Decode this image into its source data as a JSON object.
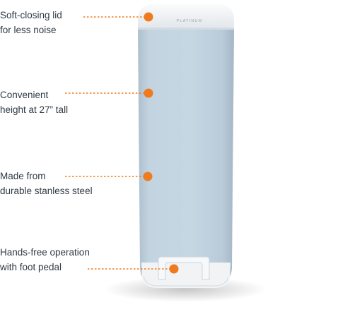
{
  "product": {
    "brand_label": "PLATINUM"
  },
  "colors": {
    "accent": "#f07a1e",
    "bin_body": "#bccfdd",
    "bin_lid": "#f4f5f7",
    "text": "#2f3a44"
  },
  "callouts": [
    {
      "line1": "Soft-closing lid",
      "line2": "for less noise"
    },
    {
      "line1": "Convenient",
      "line2": "height at 27” tall"
    },
    {
      "line1": "Made from",
      "line2": "durable stanless steel"
    },
    {
      "line1": "Hands-free operation",
      "line2": "with foot pedal"
    }
  ]
}
